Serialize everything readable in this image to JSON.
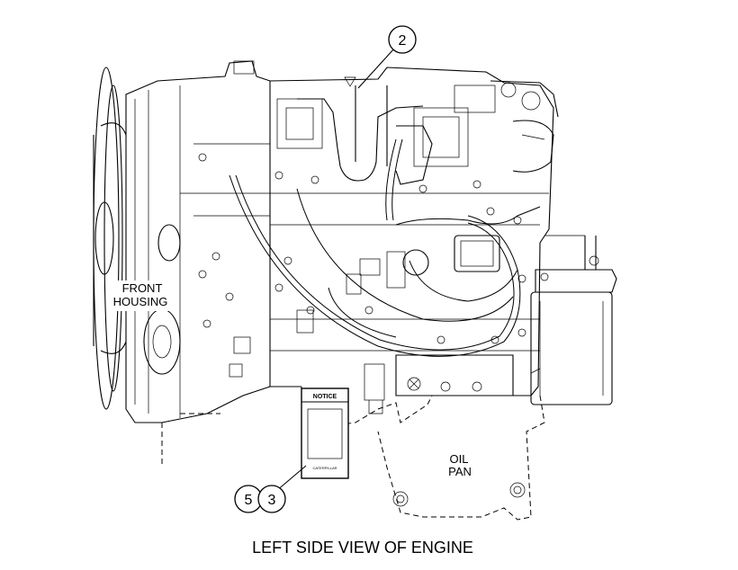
{
  "figure": {
    "caption": "LEFT SIDE VIEW OF ENGINE",
    "labels": {
      "front_housing_line1": "FRONT",
      "front_housing_line2": "HOUSING",
      "oil_pan_line1": "OIL",
      "oil_pan_line2": "PAN"
    },
    "callouts": [
      "2",
      "5",
      "3"
    ],
    "notice_decal": {
      "title": "NOTICE",
      "logo_text": "CATERPILLAR"
    }
  }
}
